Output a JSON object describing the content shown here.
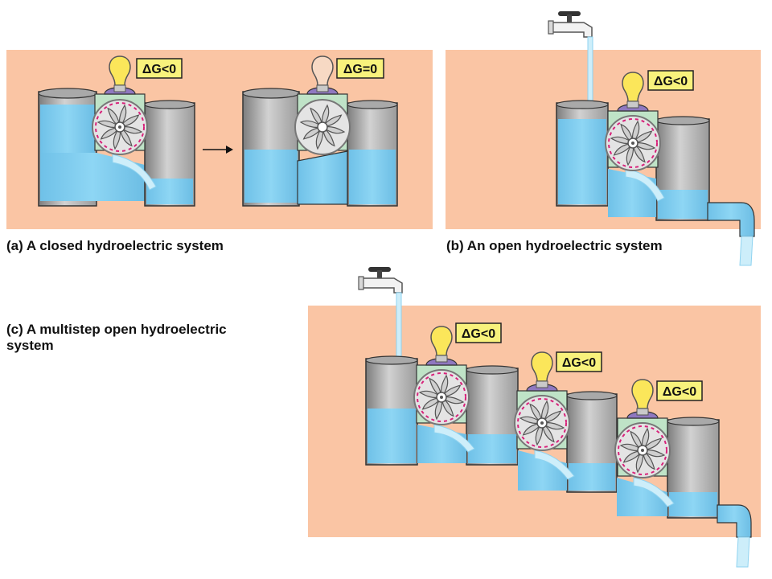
{
  "captions": {
    "a": "(a) A closed hydroelectric system",
    "b": "(b) An open hydroelectric system",
    "c": "(c) A multistep open hydroelectric system"
  },
  "labels": [
    {
      "text": "ΔG<0"
    },
    {
      "text": "ΔG=0"
    },
    {
      "text": "ΔG<0"
    },
    {
      "text": "ΔG<0"
    },
    {
      "text": "ΔG<0"
    },
    {
      "text": "ΔG<0"
    }
  ],
  "colors": {
    "panel": "#fac5a4",
    "water": "#74c8ec",
    "tank_gray": "#b7b7b7",
    "tank_dark": "#8a8a8a",
    "bulb_on": "#fbe65a",
    "bulb_off": "#f7d9c4",
    "motor": "#8f78c0",
    "housing": "#bfe3c7",
    "label_bg": "#f8f27c",
    "arrow_dash": "#d8217a"
  },
  "icons": [
    "faucet-icon",
    "lightbulb-icon",
    "turbine-icon",
    "arrow-right-icon"
  ]
}
